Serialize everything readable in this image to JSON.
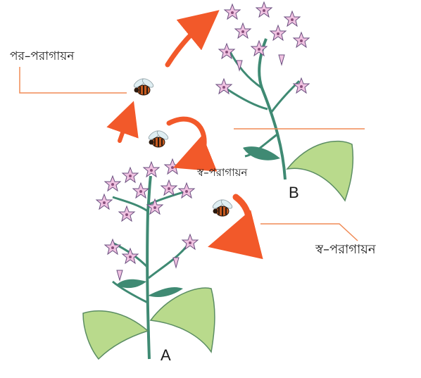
{
  "labels": {
    "cross_pollination": "পর–পরাগায়ন",
    "self_pollination_upper": "স্ব–পরাগায়ন",
    "self_pollination_lower": "স্ব–পরাগায়ন",
    "plant_a": "A",
    "plant_b": "B"
  },
  "colors": {
    "arrow": "#f2592a",
    "leader": "#f08a55",
    "stem": "#3f8a73",
    "leaf": "#b9da8c",
    "leaf_edge": "#5b8d63",
    "flower": "#f0c2e1",
    "flower_edge": "#6a4f7f",
    "bee_body": "#c65a1f",
    "bee_stripe": "#2b1a0f",
    "wing": "#dfeef2"
  }
}
